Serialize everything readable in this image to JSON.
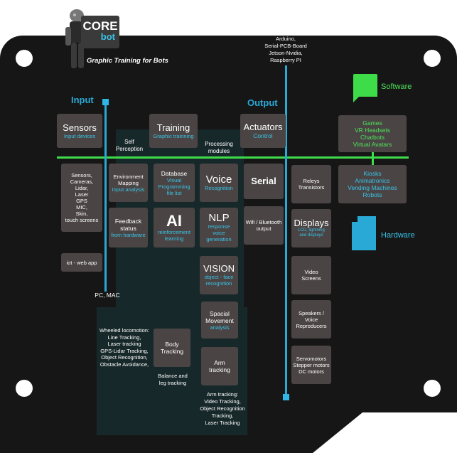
{
  "logo": {
    "line1": "CORE",
    "line2": "bot",
    "tagline": "Graphic Training for Bots"
  },
  "hardware_targets": [
    "Arduino,",
    "Serial-PCB-Board",
    "Jetson-Nvidia,",
    "Raspberry PI"
  ],
  "headings": {
    "input": "Input",
    "output": "Output"
  },
  "legend": {
    "software": "Software",
    "hardware": "Hardware"
  },
  "labels": {
    "self_perception": [
      "Self",
      "Perception"
    ],
    "processing_modules": [
      "Processing",
      "modules"
    ],
    "pc_mac": "PC, MAC"
  },
  "boxes": {
    "sensors": {
      "title": "Sensors",
      "sub": "Input devices"
    },
    "training": {
      "title": "Training",
      "sub": "Graphic trainning"
    },
    "actuators": {
      "title": "Actuators",
      "sub": "Control"
    },
    "software_list": [
      "Games",
      "VR Headsets",
      "Chatbots",
      "Virtual Avatars"
    ],
    "hardware_list": [
      "Kiosks",
      "Animatronics",
      "Vending Machines",
      "Robots"
    ],
    "sensors_list": [
      "Sensors,",
      "Cameras,",
      "Lidar,",
      "Laser",
      "GPS",
      "MIC,",
      "Skin,",
      "touch screens"
    ],
    "iot": "iot - web app",
    "env_mapping": {
      "title": [
        "Environment",
        "Mapping"
      ],
      "sub": "Input analysis"
    },
    "feedback": {
      "title": [
        "Feedback",
        "status"
      ],
      "sub": "from hardware"
    },
    "database": {
      "title": "Database",
      "sub": [
        "Visual",
        "Programming",
        "file list"
      ]
    },
    "ai": {
      "title": "AI",
      "sub": [
        "reinforcement",
        "learning"
      ]
    },
    "voice": {
      "title": "Voice",
      "sub": "Recognition"
    },
    "nlp": {
      "title": "NLP",
      "sub": [
        "response voice",
        "generation"
      ]
    },
    "vision": {
      "title": "VISION",
      "sub": [
        "object - face",
        "recognition"
      ]
    },
    "spacial": {
      "title": [
        "Spacial",
        "Movement"
      ],
      "sub": "analysis"
    },
    "body": {
      "title": [
        "Body",
        "Tracking"
      ]
    },
    "arm": {
      "title": [
        "Arm",
        "tracking"
      ]
    },
    "serial": "Serial",
    "wifi": [
      "Wifi / Bluetooth",
      "output"
    ],
    "relays": [
      "Releys",
      "Transistors"
    ],
    "displays": {
      "title": "Displays",
      "sub": [
        "LCD, lightning",
        "and displays"
      ]
    },
    "video": [
      "Video",
      "Screens"
    ],
    "speakers": [
      "Speakers /",
      "Voice",
      "Reproducers"
    ],
    "servo": [
      "Servomotors",
      "Stepper motors",
      "DC motors"
    ]
  },
  "notes": {
    "wheeled": [
      "Wheeled locomotion:",
      "Line Tracking,",
      "Laser tracking",
      "GPS-Lidar Tracking,",
      "Object Recognition,",
      "Obstacle Avoidance,"
    ],
    "balance": [
      "Balance and",
      "leg tracking"
    ],
    "arm_tracking": [
      "Arm tracking:",
      "Video Tracking,",
      "Object Recognition",
      "Tracking,",
      "Laser Tracking"
    ]
  },
  "colors": {
    "board": "#161616",
    "box": "#4a4544",
    "green": "#3fdc4a",
    "blue": "#29a9d6",
    "teal_panel": "#17282a"
  }
}
